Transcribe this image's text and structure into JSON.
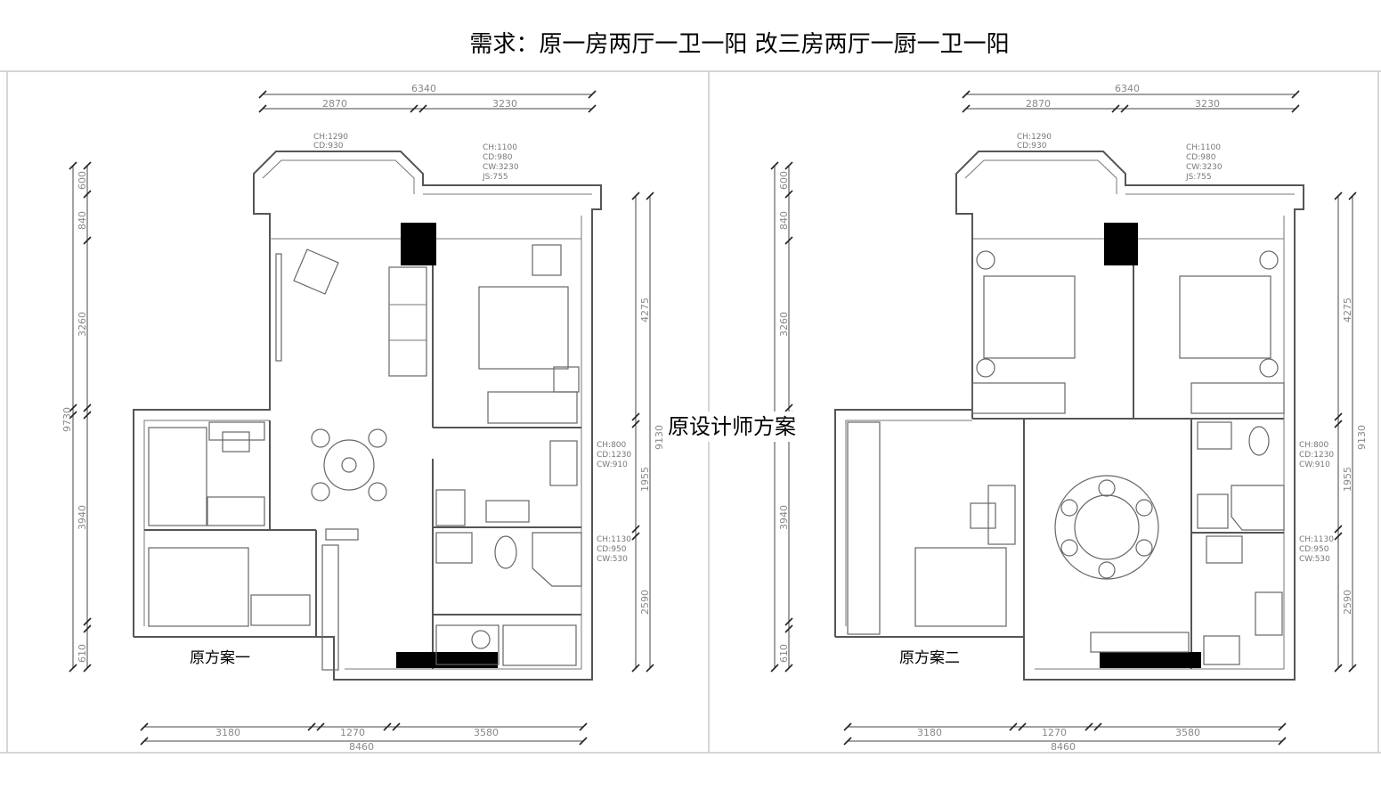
{
  "title": "需求：原一房两厅一卫一阳  改三房两厅一厨一卫一阳",
  "center_label": "原设计师方案",
  "plans": [
    {
      "label": "原方案一",
      "dims_top": {
        "total": "6340",
        "segments": [
          "2870",
          "3230"
        ]
      },
      "dims_bottom": {
        "total": "8460",
        "segments": [
          "3180",
          "1270",
          "3580"
        ]
      },
      "dims_left": {
        "total": "9730",
        "segments": [
          "600",
          "840",
          "3260",
          "3940",
          "610"
        ]
      },
      "dims_right": {
        "total": "9130",
        "segments": [
          "4275",
          "1955",
          "2590"
        ]
      },
      "window_notes": [
        [
          "CH:1290",
          "CD:930"
        ],
        [
          "CH:1100",
          "CD:980",
          "CW:3230",
          "JS:755"
        ],
        [
          "CH:800",
          "CD:1230",
          "CW:910"
        ],
        [
          "CH:1130",
          "CD:950",
          "CW:530"
        ]
      ]
    },
    {
      "label": "原方案二",
      "dims_top": {
        "total": "6340",
        "segments": [
          "2870",
          "3230"
        ]
      },
      "dims_bottom": {
        "total": "8460",
        "segments": [
          "3180",
          "1270",
          "3580"
        ]
      },
      "dims_left": {
        "total": "9730",
        "segments": [
          "600",
          "840",
          "3260",
          "3940",
          "610"
        ]
      },
      "dims_right": {
        "total": "9130",
        "segments": [
          "4275",
          "1955",
          "2590"
        ]
      },
      "window_notes": [
        [
          "CH:1290",
          "CD:930"
        ],
        [
          "CH:1100",
          "CD:980",
          "CW:3230",
          "JS:755"
        ],
        [
          "CH:800",
          "CD:1230",
          "CW:910"
        ],
        [
          "CH:1130",
          "CD:950",
          "CW:530"
        ]
      ]
    }
  ]
}
